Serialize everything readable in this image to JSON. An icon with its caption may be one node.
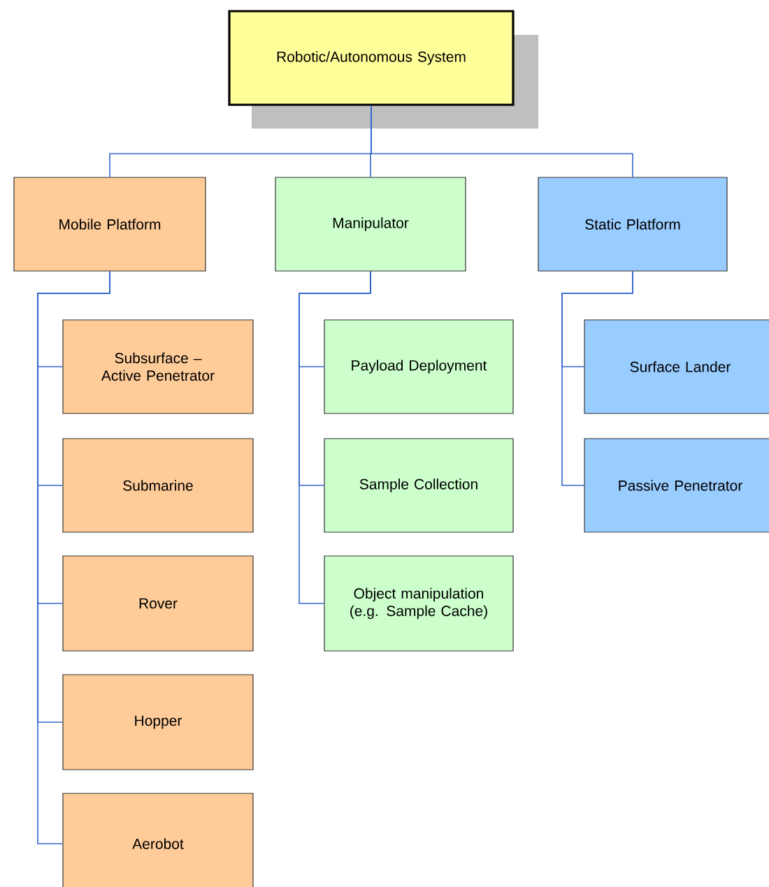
{
  "diagram": {
    "nodes": [
      {
        "text": [
          "Robotic/Autonomous System"
        ]
      },
      {
        "text": [
          "Mobile Platform"
        ]
      },
      {
        "text": [
          "Manipulator"
        ]
      },
      {
        "text": [
          "Static Platform"
        ]
      },
      {
        "text": [
          "Subsurface – Active Penetrator"
        ]
      },
      {
        "text": [
          "Submarine"
        ]
      },
      {
        "text": [
          "Rover"
        ]
      },
      {
        "text": [
          "Hopper"
        ]
      },
      {
        "text": [
          "Aerobot"
        ]
      },
      {
        "text": [
          "Payload Deployment"
        ]
      },
      {
        "text": [
          "Sample Collection"
        ]
      },
      {
        "text": [
          "Object manipulation (e.g. Sample Cache)"
        ]
      },
      {
        "text": [
          "Surface Lander"
        ]
      },
      {
        "text": [
          "Passive Penetrator"
        ]
      }
    ],
    "edges": [
      {
        "from": 0,
        "to": 1,
        "arrow": "none"
      },
      {
        "from": 0,
        "to": 2,
        "arrow": "none"
      },
      {
        "from": 0,
        "to": 3,
        "arrow": "none"
      },
      {
        "from": 1,
        "to": 4,
        "arrow": "none"
      },
      {
        "from": 1,
        "to": 5,
        "arrow": "none"
      },
      {
        "from": 1,
        "to": 6,
        "arrow": "none"
      },
      {
        "from": 1,
        "to": 7,
        "arrow": "none"
      },
      {
        "from": 1,
        "to": 8,
        "arrow": "none"
      },
      {
        "from": 2,
        "to": 9,
        "arrow": "none"
      },
      {
        "from": 2,
        "to": 10,
        "arrow": "none"
      },
      {
        "from": 2,
        "to": 11,
        "arrow": "none"
      },
      {
        "from": 3,
        "to": 12,
        "arrow": "none"
      },
      {
        "from": 3,
        "to": 13,
        "arrow": "none"
      }
    ]
  }
}
